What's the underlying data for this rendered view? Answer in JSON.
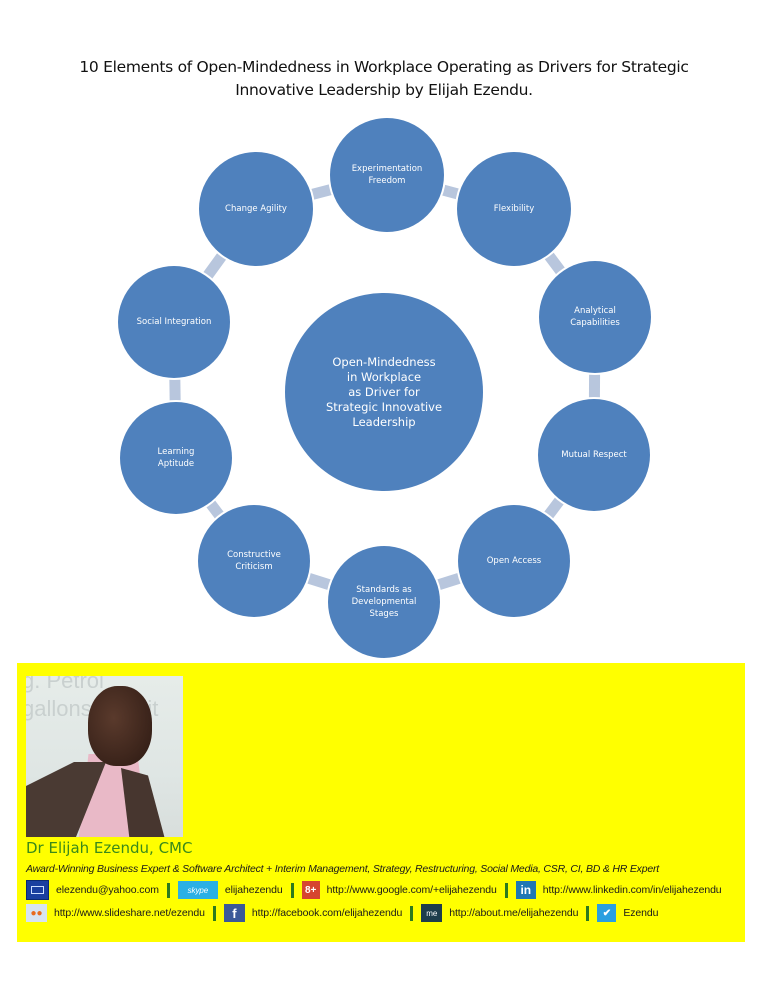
{
  "title": {
    "line1": "10 Elements of Open-Mindedness in Workplace Operating as Drivers for Strategic",
    "line2": "Innovative Leadership by Elijah Ezendu."
  },
  "diagram": {
    "type": "cycle",
    "node_color": "#4f81bd",
    "connector_color": "#b8c6dd",
    "center": {
      "lines": [
        "Open-Mindedness",
        "in Workplace",
        "as Driver for",
        "Strategic Innovative",
        "Leadership"
      ]
    },
    "nodes": [
      {
        "lines": [
          "Experimentation",
          "Freedom"
        ]
      },
      {
        "lines": [
          "Flexibility"
        ]
      },
      {
        "lines": [
          "Analytical",
          "Capabilities"
        ]
      },
      {
        "lines": [
          "Mutual Respect"
        ]
      },
      {
        "lines": [
          "Open Access"
        ]
      },
      {
        "lines": [
          "Standards  as",
          "Developmental",
          "Stages"
        ]
      },
      {
        "lines": [
          "Constructive",
          "Criticism"
        ]
      },
      {
        "lines": [
          "Learning",
          "Aptitude"
        ]
      },
      {
        "lines": [
          "Social Integration"
        ]
      },
      {
        "lines": [
          "Change Agility"
        ]
      }
    ]
  },
  "profile_card": {
    "background": "#ffff00",
    "photo_bg_text": [
      "g. Petrol",
      "gallons =   Volit"
    ],
    "name": "Dr Elijah Ezendu, CMC",
    "name_color": "#3a8a1a",
    "tagline": "Award-Winning Business Expert & Software Architect + Interim Management, Strategy, Restructuring, Social Media, CSR, CI, BD & HR Expert",
    "contacts_row1": [
      {
        "icon": "email-icon",
        "glyph": "",
        "text": "elezendu@yahoo.com"
      },
      {
        "icon": "skype-icon",
        "glyph": "skype",
        "text": "elijahezendu"
      },
      {
        "icon": "google-plus-icon",
        "glyph": "8+",
        "text": "http://www.google.com/+elijahezendu"
      },
      {
        "icon": "linkedin-icon",
        "glyph": "in",
        "text": "http://www.linkedin.com/in/elijahezendu"
      }
    ],
    "contacts_row2": [
      {
        "icon": "slideshare-icon",
        "glyph": "●●",
        "text": "http://www.slideshare.net/ezendu"
      },
      {
        "icon": "facebook-icon",
        "glyph": "f",
        "text": "http://facebook.com/elijahezendu"
      },
      {
        "icon": "about-me-icon",
        "glyph": "me",
        "text": "http://about.me/elijahezendu"
      },
      {
        "icon": "twitter-icon",
        "glyph": "✔",
        "text": "Ezendu"
      }
    ]
  }
}
